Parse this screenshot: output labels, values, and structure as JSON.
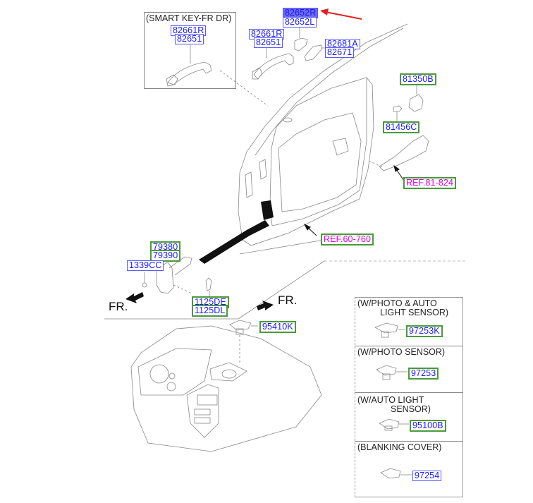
{
  "diagram": {
    "title": "Front door handle / door checker / sensor parts diagram",
    "inset_smart_key": {
      "caption": "(SMART KEY-FR DR)",
      "labels": [
        "82661R",
        "82651"
      ]
    },
    "door_parts": {
      "cover_cap": {
        "selected": "82652R",
        "alt": "82652L",
        "highlight_color": "#6a6aff"
      },
      "handle": [
        "82661R",
        "82651"
      ],
      "bezel": [
        "82681A",
        "82671"
      ],
      "striker": "81350B",
      "striker_bolt": "81456C",
      "latch_ref": "REF.81-824",
      "door_ref": "REF.60-760"
    },
    "checker": {
      "labels": [
        "79380",
        "79390"
      ],
      "nut": "1339CC",
      "bolts": [
        "1125DE",
        "1125DL"
      ],
      "direction": "FR."
    },
    "dashboard": {
      "sensor": "95410K",
      "direction": "FR."
    },
    "options": [
      {
        "caption_line1": "(W/PHOTO & AUTO",
        "caption_line2": "LIGHT SENSOR)",
        "part": "97253K",
        "style": "green"
      },
      {
        "caption_line1": "(W/PHOTO SENSOR)",
        "caption_line2": "",
        "part": "97253",
        "style": "green"
      },
      {
        "caption_line1": "(W/AUTO LIGHT",
        "caption_line2": "SENSOR)",
        "part": "95100B",
        "style": "green"
      },
      {
        "caption_line1": "(BLANKING COVER)",
        "caption_line2": "",
        "part": "97254",
        "style": "blue"
      }
    ],
    "colors": {
      "label_text": "#1a1aff",
      "label_border_blue": "#5a5aff",
      "label_border_green": "#4a9a3a",
      "ref_text": "#e000e0",
      "pointer_arrow": "#e02020"
    }
  }
}
